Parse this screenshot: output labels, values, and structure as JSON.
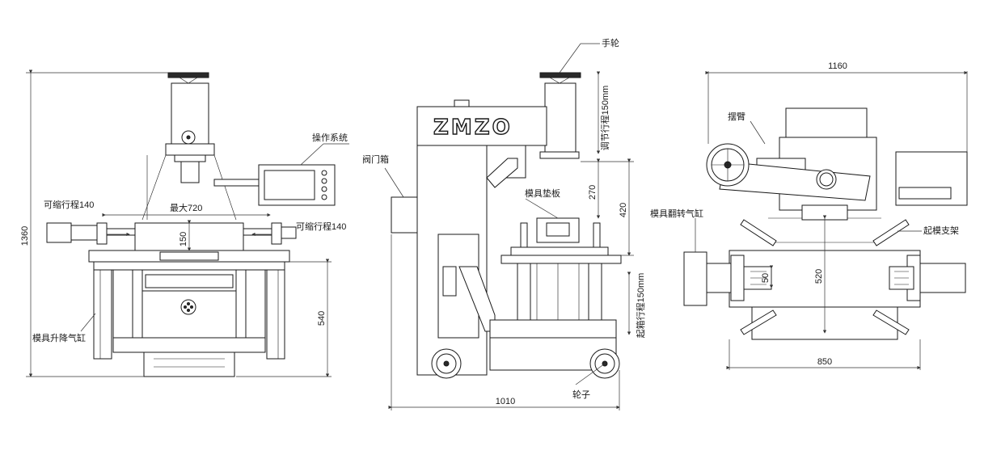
{
  "brand": {
    "logo": "ZMZO"
  },
  "views": {
    "front": {
      "labels": {
        "operation_system": "操作系统",
        "retract_left": "可缩行程140",
        "retract_right": "可缩行程140",
        "max_width": "最大720",
        "lift_cylinder": "模具升降气缸"
      },
      "dimensions": {
        "overall_height": "1360",
        "dim_150": "150",
        "dim_540": "540"
      }
    },
    "side": {
      "labels": {
        "handwheel": "手轮",
        "valve_box": "阀门箱",
        "adjust_stroke": "调节行程150mm",
        "mold_pad": "模具垫板",
        "lift_stroke": "起箱行程150mm",
        "wheel": "轮子"
      },
      "dimensions": {
        "dim_270": "270",
        "dim_420": "420",
        "overall_width": "1010"
      }
    },
    "top": {
      "labels": {
        "swing_arm": "摆臂",
        "flip_cylinder": "模具翻转气缸",
        "lift_bracket": "起模支架"
      },
      "dimensions": {
        "overall_width": "1160",
        "dim_50": "50",
        "dim_520": "520",
        "dim_850": "850"
      }
    }
  }
}
